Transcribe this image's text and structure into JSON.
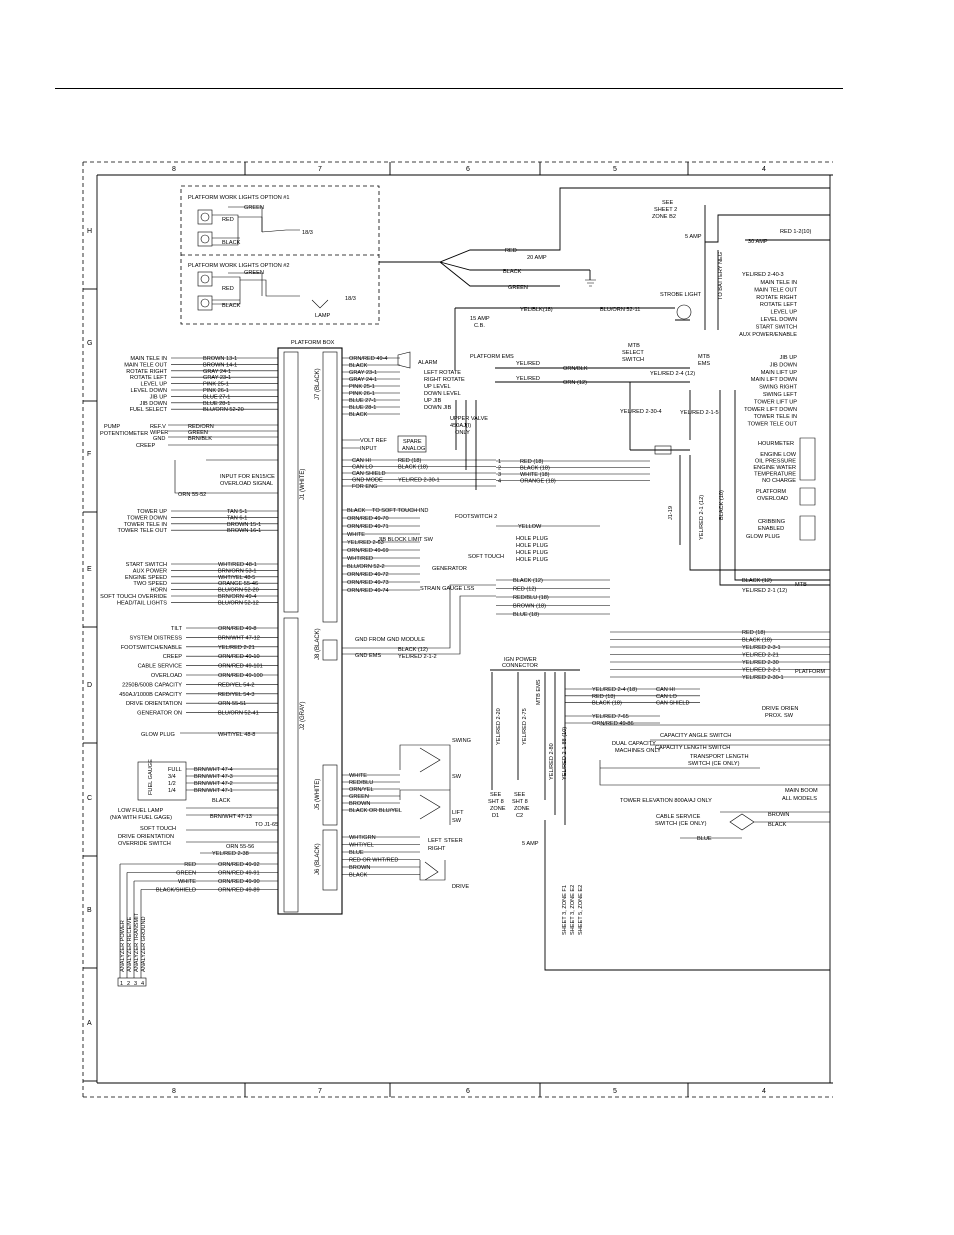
{
  "zones_cols": [
    "8",
    "7",
    "6",
    "5",
    "4"
  ],
  "zones_rows": [
    "H",
    "G",
    "F",
    "E",
    "D",
    "C",
    "B",
    "A"
  ],
  "work_lights": {
    "option1": "PLATFORM WORK LIGHTS OPTION #1",
    "option2": "PLATFORM WORK LIGHTS OPTION #2",
    "red": "RED",
    "black": "BLACK",
    "green": "GREEN",
    "g1": "18/3",
    "g2": "18/3",
    "lamp": "LAMP"
  },
  "feed": {
    "red": "RED",
    "black": "BLACK",
    "green": "GREEN",
    "amp20": "20 AMP"
  },
  "top_right": {
    "see_sheet": "SEE",
    "sheet2": "SHEET 2",
    "zone": "ZONE B2",
    "amp5": "5 AMP",
    "amp30": "30 AMP",
    "red_lbl": "RED 1-2(10)",
    "strobe": "STROBE LIGHT",
    "amp15": "15 AMP",
    "cb": "C.B.",
    "yelblk": "YEL/BLK(18)",
    "bluorn": "BLU/ORN 52-11",
    "to_batt": "TO BATTERY NEG"
  },
  "platform_box": "PLATFORM BOX",
  "j1_label": "J1 (WHITE)",
  "j2_label": "J2 (GRAY)",
  "j7_label": "J7 (BLACK)",
  "j8_label": "J8 (BLACK)",
  "j5_label": "J5 (WHITE)",
  "j6_label": "J6 (BLACK)",
  "left_funcs_top": [
    {
      "fn": "MAIN TELE IN",
      "w": "BROWN 13-1"
    },
    {
      "fn": "MAIN TELE OUT",
      "w": "BROWN 14-1"
    },
    {
      "fn": "ROTATE RIGHT",
      "w": "GRAY 24-1"
    },
    {
      "fn": "ROTATE LEFT",
      "w": "GRAY 23-1"
    },
    {
      "fn": "LEVEL UP",
      "w": "PINK 25-1"
    },
    {
      "fn": "LEVEL DOWN",
      "w": "PINK 26-1"
    },
    {
      "fn": "JIB UP",
      "w": "BLUE 27-1"
    },
    {
      "fn": "JIB DOWN",
      "w": "BLUE 28-1"
    },
    {
      "fn": "FUEL SELECT",
      "w": "BLU/ORN 52-20"
    }
  ],
  "pump_pot": "PUMP POTENTIOMETER",
  "pot_rows": [
    "REF.V",
    "WIPER",
    "GND",
    "CREEP"
  ],
  "pot_wires": [
    "RED/ORN",
    "GREEN",
    "BRN/BLK"
  ],
  "input_note": "INPUT FOR EN15/CE OVERLOAD SIGNAL",
  "orn5552": "ORN 55-52",
  "left_funcs_mid": [
    {
      "fn": "TOWER UP",
      "w": "TAN 5-1"
    },
    {
      "fn": "TOWER DOWN",
      "w": "TAN 6-1"
    },
    {
      "fn": "TOWER TELE IN",
      "w": "BROWN 15-1"
    },
    {
      "fn": "TOWER TELE OUT",
      "w": "BROWN 16-1"
    }
  ],
  "left_funcs_low": [
    {
      "fn": "START SWITCH",
      "w": "WHT/RED 48-1"
    },
    {
      "fn": "AUX POWER",
      "w": "BRN/ORN 53-1"
    },
    {
      "fn": "ENGINE SPEED",
      "w": "WHT/YEL 48-5"
    },
    {
      "fn": "TWO SPEED",
      "w": "ORANGE 55-46"
    },
    {
      "fn": "HORN",
      "w": "BLU/ORN 52-20"
    },
    {
      "fn": "SOFT TOUCH OVERRIDE",
      "w": "BRN/ORN 49-4"
    },
    {
      "fn": "HEAD/TAIL LIGHTS",
      "w": "BLU/ORN 52-12"
    }
  ],
  "j2_funcs": [
    {
      "fn": "TILT",
      "w": "ORN/RED 49-8"
    },
    {
      "fn": "SYSTEM DISTRESS",
      "w": "BRN/WHT 47-12"
    },
    {
      "fn": "FOOTSWITCH/ENABLE",
      "w": "YEL/RED 2-21"
    },
    {
      "fn": "CREEP",
      "w": "ORN/RED 49-10"
    },
    {
      "fn": "CABLE SERVICE",
      "w": "ORN/RED 49-101"
    },
    {
      "fn": "OVERLOAD",
      "w": "ORN/RED 49-100"
    },
    {
      "fn": "2250B/500B CAPACITY",
      "w": "RED/YEL 54-2"
    },
    {
      "fn": "450AJ/1000B CAPACITY",
      "w": "RED/YEL 54-3"
    },
    {
      "fn": "DRIVE ORIENTATION",
      "w": "ORN 55-51"
    },
    {
      "fn": "GENERATOR ON",
      "w": "BLU/ORN 52-41"
    }
  ],
  "glow_plug": "GLOW PLUG",
  "glow_wire": "WHT/YEL 48-8",
  "fuel_gauge": "FUEL GAUGE",
  "fuel_rows": [
    "FULL",
    "3/4",
    "1/2",
    "1/4"
  ],
  "fuel_wires": [
    "BRN/WHT 47-4",
    "BRN/WHT 47-3",
    "BRN/WHT 47-2",
    "BRN/WHT 47-1"
  ],
  "low_fuel": "LOW FUEL LAMP",
  "low_fuel_note": "(N/A WITH FUEL GAGE)",
  "low_fuel_wire": "BRN/WHT 47-13",
  "soft_touch": "SOFT TOUCH",
  "drive_orient": "DRIVE ORIENTATION",
  "override": "OVERRIDE SWITCH",
  "to_j1": "TO J1-65",
  "analyzer_wires": [
    {
      "c": "RED",
      "w": "ORN/RED 49-92"
    },
    {
      "c": "GREEN",
      "w": "ORN/RED 49-91"
    },
    {
      "c": "WHITE",
      "w": "ORN/RED 49-90"
    },
    {
      "c": "BLACK/SHIELD",
      "w": "ORN/RED 49-89"
    }
  ],
  "analyzer_lbls": [
    "ANALYZER POWER",
    "ANALYZER RECEIVE",
    "ANALYZER TRANSMIT",
    "ANALYZER GROUND"
  ],
  "analyzer_nums": [
    "1",
    "2",
    "3",
    "4"
  ],
  "alarm": "ALARM",
  "j7_right": [
    {
      "w": "ORN/RED 49-4",
      "fn": ""
    },
    {
      "w": "BLACK",
      "fn": ""
    },
    {
      "w": "GRAY 23-1",
      "fn": "LEFT ROTATE"
    },
    {
      "w": "GRAY 24-1",
      "fn": "RIGHT ROTATE"
    },
    {
      "w": "PINK 25-1",
      "fn": "UP LEVEL"
    },
    {
      "w": "PINK 26-1",
      "fn": "DOWN LEVEL"
    },
    {
      "w": "BLUE 27-1",
      "fn": "UP JIB"
    },
    {
      "w": "BLUE 28-1",
      "fn": "DOWN JIB"
    },
    {
      "w": "BLACK",
      "fn": ""
    }
  ],
  "upper_valve": "UPPER VALVE",
  "upper_valve2": "450AJ(I)",
  "upper_valve3": "ONLY",
  "volt_ref": "VOLT REF",
  "input": "INPUT",
  "spare": "SPARE",
  "analog": "ANALOG",
  "can_rows": [
    "CAN HI",
    "CAN LO",
    "CAN SHIELD",
    "GND MODE",
    "FOR ENG"
  ],
  "can_wires": [
    "RED (18)",
    "BLACK (18)",
    "",
    "YEL/RED 2-30-1"
  ],
  "mtb": "MTB",
  "j8_mid": [
    "BLACK",
    "ORN/RED 49-70",
    "ORN/RED 49-71",
    "WHITE",
    "YEL/RED 2-63",
    "ORN/RED 49-69",
    "WHT/RED",
    "BLU/ORN 52-2",
    "ORN/RED 49-72",
    "ORN/RED 49-73",
    "ORN/RED 49-74"
  ],
  "to_soft_touch": "TO SOFT TOUCH IND",
  "footswitch2": "FOOTSWITCH 2",
  "jib_block": "JIB BLOCK LIMIT SW",
  "soft_touch2": "SOFT TOUCH",
  "generator": "GENERATOR",
  "strain_gauge": "STRAIN GAUGE LSS",
  "gnd_module": "GND FROM GND MODULE",
  "gnd_ems": "GND EMS",
  "black12": "BLACK (12)",
  "yelred212": "YEL/RED 2-1-2",
  "j5_rows": [
    "WHITE",
    "RED/BLU",
    "ORN/YEL",
    "GREEN",
    "BROWN",
    "BLACK OR BLU/YEL"
  ],
  "swing": "SWING",
  "lift": "LIFT",
  "j6_rows": [
    "WHT/GRN",
    "WHT/YEL",
    "BLUE",
    "RED OR WHT/RED",
    "BROWN",
    "BLACK"
  ],
  "steer": "STEER",
  "left_right": "LEFT RIGHT",
  "drive": "DRIVE",
  "yelred238": "YEL/RED 2-38",
  "platform_ems": "PLATFORM EMS",
  "yelred": "YEL/RED",
  "orn_blk": "ORN/BLK",
  "orn12": "ORN (12)",
  "mtb_select": "MTB SELECT SWITCH",
  "mtb_ems": "MTB EMS",
  "yelred2": "YEL/RED 2-4 (12)",
  "yelred3": "YEL/RED 2-30-4",
  "yelred4": "YEL/RED 2-1-5",
  "ign_power": "IGN POWER CONNECTOR",
  "ign_wires": [
    "YEL/RED 2-4 (18)",
    "RED (18)",
    "BLACK (18)"
  ],
  "ign_can": [
    "CAN HI",
    "CAN LO",
    "CAN SHIELD"
  ],
  "ign_more": [
    "YEL/RED 7-65",
    "ORN/RED 49-86"
  ],
  "see_zones": [
    {
      "a": "SEE",
      "b": "SHT 8",
      "c": "ZONE",
      "d": "D1"
    },
    {
      "a": "SEE",
      "b": "SHT 8",
      "c": "ZONE",
      "d": "C2"
    }
  ],
  "amp5b": "5 AMP",
  "sheet_refs": [
    "SHEET 3, ZONE F1",
    "SHEET 3, ZONE E2",
    "SHEET 5, ZONE E2"
  ],
  "mid_wires": [
    {
      "c": "RED (18)",
      "n": "1"
    },
    {
      "c": "BLACK (18)",
      "n": "2"
    },
    {
      "c": "WHITE (18)",
      "n": "3"
    },
    {
      "c": "ORANGE (18)",
      "n": "4"
    }
  ],
  "yellow": "YELLOW",
  "hole_plug": "HOLE PLUG",
  "low_wires": [
    "BLACK (12)",
    "RED (12)",
    "RED/BLU (18)",
    "BROWN (18)",
    "BLUE (18)"
  ],
  "right_funcs1": [
    "MAIN TELE IN",
    "MAIN TELE OUT",
    "ROTATE RIGHT",
    "ROTATE LEFT",
    "LEVEL UP",
    "LEVEL DOWN",
    "START SWITCH",
    "AUX POWER/ENABLE"
  ],
  "right_head1": "YEL/RED 2-40-3",
  "right_funcs2": [
    "JIB UP",
    "JIB DOWN",
    "MAIN LIFT UP",
    "MAIN LIFT DOWN",
    "SWING RIGHT",
    "SWING LEFT",
    "TOWER LIFT UP",
    "TOWER LIFT DOWN",
    "TOWER TELE IN",
    "TOWER TELE OUT"
  ],
  "hourmeter": "HOURMETER",
  "hour_rows": [
    "ENGINE LOW",
    "OIL PRESSURE",
    "ENGINE WATER",
    "TEMPERATURE",
    "NO CHARGE"
  ],
  "platform_overload": "PLATFORM OVERLOAD",
  "cribbing": "CRIBBING ENABLED",
  "glow_plug2": "GLOW PLUG",
  "black10": "BLACK (10)",
  "yelred_b": "YEL/RED 2-1 (12)",
  "mtb2": "MTB",
  "right_low": [
    "RED (18)",
    "BLACK (18)",
    "YEL/RED 2-3-1",
    "YEL/RED 2-21",
    "YEL/RED 2-30",
    "YEL/RED 2-2-1",
    "YEL/RED 2-30-1"
  ],
  "platform_lbl": "PLATFORM",
  "drive_orien": "DRIVE ORIEN PROX. SW",
  "dual_cap": "DUAL CAPACITY",
  "machines": "MACHINES ONLY",
  "cap_angle": "CAPACITY ANGLE SWITCH",
  "cap_length": "CAPACITY LENGTH SWITCH",
  "transport": "TRANSPORT LENGTH SWITCH (CE ONLY)",
  "tower_elev": "TOWER ELEVATION 800A/AJ ONLY",
  "main_boom": "MAIN BOOM ALL MODELS",
  "cable_service": "CABLE SERVICE",
  "cable_switch": "SWITCH (CE ONLY)",
  "brown": "BROWN",
  "black": "BLACK",
  "blue": "BLUE",
  "pin_num": "J1-19"
}
